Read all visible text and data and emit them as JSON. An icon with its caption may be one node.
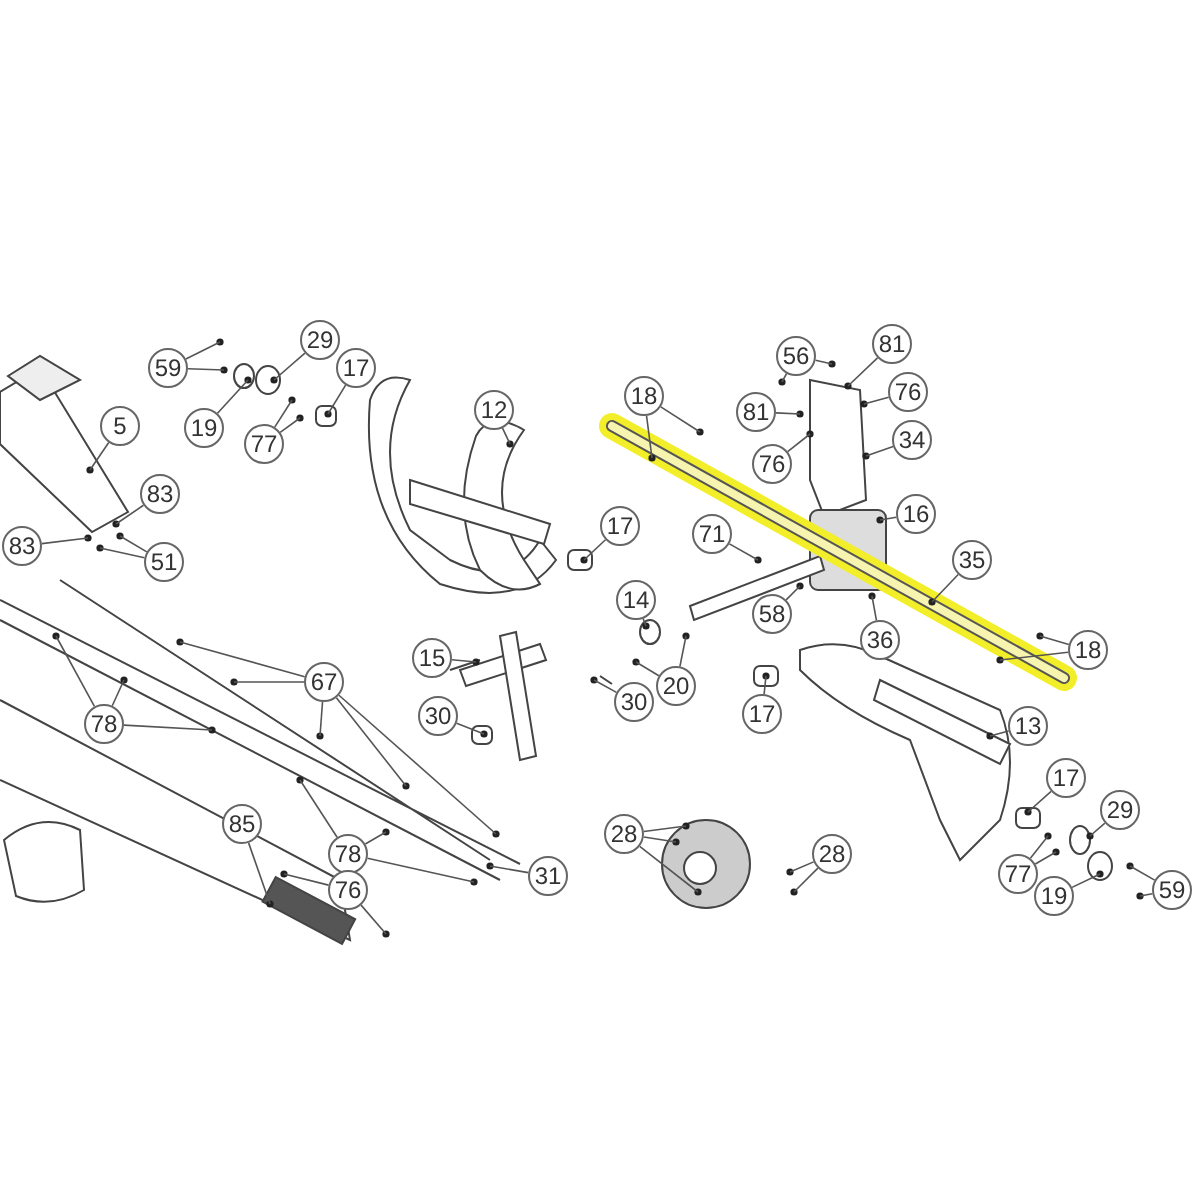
{
  "diagram": {
    "nodes": [
      {
        "text": [
          "59"
        ]
      },
      {
        "text": [
          "29"
        ]
      },
      {
        "text": [
          "19"
        ]
      },
      {
        "text": [
          "17"
        ]
      },
      {
        "text": [
          "77"
        ]
      },
      {
        "text": [
          "12"
        ]
      },
      {
        "text": [
          "5"
        ]
      },
      {
        "text": [
          "83"
        ]
      },
      {
        "text": [
          "83"
        ]
      },
      {
        "text": [
          "51"
        ]
      },
      {
        "text": [
          "18"
        ]
      },
      {
        "text": [
          "56"
        ]
      },
      {
        "text": [
          "81"
        ]
      },
      {
        "text": [
          "81"
        ]
      },
      {
        "text": [
          "76"
        ]
      },
      {
        "text": [
          "34"
        ]
      },
      {
        "text": [
          "76"
        ]
      },
      {
        "text": [
          "16"
        ]
      },
      {
        "text": [
          "71"
        ]
      },
      {
        "text": [
          "35"
        ]
      },
      {
        "text": [
          "17"
        ]
      },
      {
        "text": [
          "14"
        ]
      },
      {
        "text": [
          "58"
        ]
      },
      {
        "text": [
          "36"
        ]
      },
      {
        "text": [
          "18"
        ]
      },
      {
        "text": [
          "15"
        ]
      },
      {
        "text": [
          "20"
        ]
      },
      {
        "text": [
          "30"
        ]
      },
      {
        "text": [
          "30"
        ]
      },
      {
        "text": [
          "67"
        ]
      },
      {
        "text": [
          "17"
        ]
      },
      {
        "text": [
          "78"
        ]
      },
      {
        "text": [
          "13"
        ]
      },
      {
        "text": [
          "85"
        ]
      },
      {
        "text": [
          "28"
        ]
      },
      {
        "text": [
          "28"
        ]
      },
      {
        "text": [
          "17"
        ]
      },
      {
        "text": [
          "29"
        ]
      },
      {
        "text": [
          "78"
        ]
      },
      {
        "text": [
          "31"
        ]
      },
      {
        "text": [
          "77"
        ]
      },
      {
        "text": [
          "76"
        ]
      },
      {
        "text": [
          "19"
        ]
      },
      {
        "text": [
          "59"
        ]
      }
    ],
    "edges": [
      {
        "from": 0,
        "to": null,
        "arrow": "none"
      },
      {
        "from": 0,
        "to": null,
        "arrow": "none"
      },
      {
        "from": 1,
        "to": null,
        "arrow": "none"
      },
      {
        "from": 2,
        "to": null,
        "arrow": "none"
      },
      {
        "from": 3,
        "to": null,
        "arrow": "none"
      },
      {
        "from": 4,
        "to": null,
        "arrow": "none"
      },
      {
        "from": 4,
        "to": null,
        "arrow": "none"
      },
      {
        "from": 5,
        "to": null,
        "arrow": "none"
      },
      {
        "from": 6,
        "to": null,
        "arrow": "none"
      },
      {
        "from": 7,
        "to": null,
        "arrow": "none"
      },
      {
        "from": 8,
        "to": null,
        "arrow": "none"
      },
      {
        "from": 9,
        "to": null,
        "arrow": "none"
      },
      {
        "from": 9,
        "to": null,
        "arrow": "none"
      },
      {
        "from": 10,
        "to": null,
        "arrow": "none"
      },
      {
        "from": 10,
        "to": null,
        "arrow": "none"
      },
      {
        "from": 11,
        "to": null,
        "arrow": "none"
      },
      {
        "from": 11,
        "to": null,
        "arrow": "none"
      },
      {
        "from": 12,
        "to": null,
        "arrow": "none"
      },
      {
        "from": 13,
        "to": null,
        "arrow": "none"
      },
      {
        "from": 14,
        "to": null,
        "arrow": "none"
      },
      {
        "from": 15,
        "to": null,
        "arrow": "none"
      },
      {
        "from": 16,
        "to": null,
        "arrow": "none"
      },
      {
        "from": 17,
        "to": null,
        "arrow": "none"
      },
      {
        "from": 18,
        "to": null,
        "arrow": "none"
      },
      {
        "from": 19,
        "to": null,
        "arrow": "none"
      },
      {
        "from": 20,
        "to": null,
        "arrow": "none"
      },
      {
        "from": 21,
        "to": null,
        "arrow": "none"
      },
      {
        "from": 22,
        "to": null,
        "arrow": "none"
      },
      {
        "from": 23,
        "to": null,
        "arrow": "none"
      },
      {
        "from": 24,
        "to": null,
        "arrow": "none"
      },
      {
        "from": 24,
        "to": null,
        "arrow": "none"
      },
      {
        "from": 25,
        "to": null,
        "arrow": "none"
      },
      {
        "from": 26,
        "to": null,
        "arrow": "none"
      },
      {
        "from": 26,
        "to": null,
        "arrow": "none"
      },
      {
        "from": 27,
        "to": null,
        "arrow": "none"
      },
      {
        "from": 28,
        "to": null,
        "arrow": "none"
      },
      {
        "from": 29,
        "to": null,
        "arrow": "none"
      },
      {
        "from": 29,
        "to": null,
        "arrow": "none"
      },
      {
        "from": 29,
        "to": null,
        "arrow": "none"
      },
      {
        "from": 29,
        "to": null,
        "arrow": "none"
      },
      {
        "from": 29,
        "to": null,
        "arrow": "none"
      },
      {
        "from": 30,
        "to": null,
        "arrow": "none"
      },
      {
        "from": 31,
        "to": null,
        "arrow": "none"
      },
      {
        "from": 31,
        "to": null,
        "arrow": "none"
      },
      {
        "from": 31,
        "to": null,
        "arrow": "none"
      },
      {
        "from": 32,
        "to": null,
        "arrow": "none"
      },
      {
        "from": 33,
        "to": null,
        "arrow": "none"
      },
      {
        "from": 34,
        "to": null,
        "arrow": "none"
      },
      {
        "from": 34,
        "to": null,
        "arrow": "none"
      },
      {
        "from": 34,
        "to": null,
        "arrow": "none"
      },
      {
        "from": 35,
        "to": null,
        "arrow": "none"
      },
      {
        "from": 35,
        "to": null,
        "arrow": "none"
      },
      {
        "from": 36,
        "to": null,
        "arrow": "none"
      },
      {
        "from": 37,
        "to": null,
        "arrow": "none"
      },
      {
        "from": 38,
        "to": null,
        "arrow": "none"
      },
      {
        "from": 38,
        "to": null,
        "arrow": "none"
      },
      {
        "from": 38,
        "to": null,
        "arrow": "none"
      },
      {
        "from": 39,
        "to": null,
        "arrow": "none"
      },
      {
        "from": 40,
        "to": null,
        "arrow": "none"
      },
      {
        "from": 40,
        "to": null,
        "arrow": "none"
      },
      {
        "from": 41,
        "to": null,
        "arrow": "none"
      },
      {
        "from": 41,
        "to": null,
        "arrow": "none"
      },
      {
        "from": 42,
        "to": null,
        "arrow": "none"
      },
      {
        "from": 43,
        "to": null,
        "arrow": "none"
      },
      {
        "from": 43,
        "to": null,
        "arrow": "none"
      }
    ]
  }
}
